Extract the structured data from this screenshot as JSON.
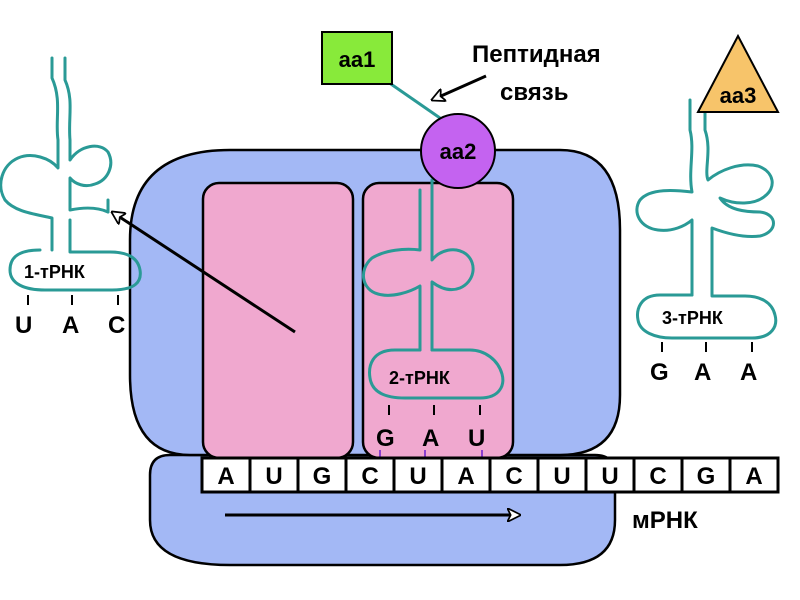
{
  "amino_acids": {
    "aa1": "аа1",
    "aa2": "аа2",
    "aa3": "аа3"
  },
  "peptide_bond_label": [
    "Пептидная",
    "связь"
  ],
  "trna": {
    "t1": {
      "label": "1-тРНК",
      "anticodon": [
        "U",
        "A",
        "C"
      ]
    },
    "t2": {
      "label": "2-тРНК",
      "anticodon": [
        "G",
        "A",
        "U"
      ]
    },
    "t3": {
      "label": "3-тРНК",
      "anticodon": [
        "G",
        "A",
        "A"
      ]
    }
  },
  "mrna": {
    "label": "мРНК",
    "bases": [
      "A",
      "U",
      "G",
      "C",
      "U",
      "A",
      "C",
      "U",
      "U",
      "C",
      "G",
      "A"
    ]
  },
  "colors": {
    "ribosome": "#a3b8f5",
    "site": "#f0a8cf",
    "trna_stroke": "#2a9a96",
    "aa1_fill": "#88ea3a",
    "aa2_fill": "#c463f0",
    "aa3_fill": "#f7c46a",
    "outline": "#000000"
  }
}
